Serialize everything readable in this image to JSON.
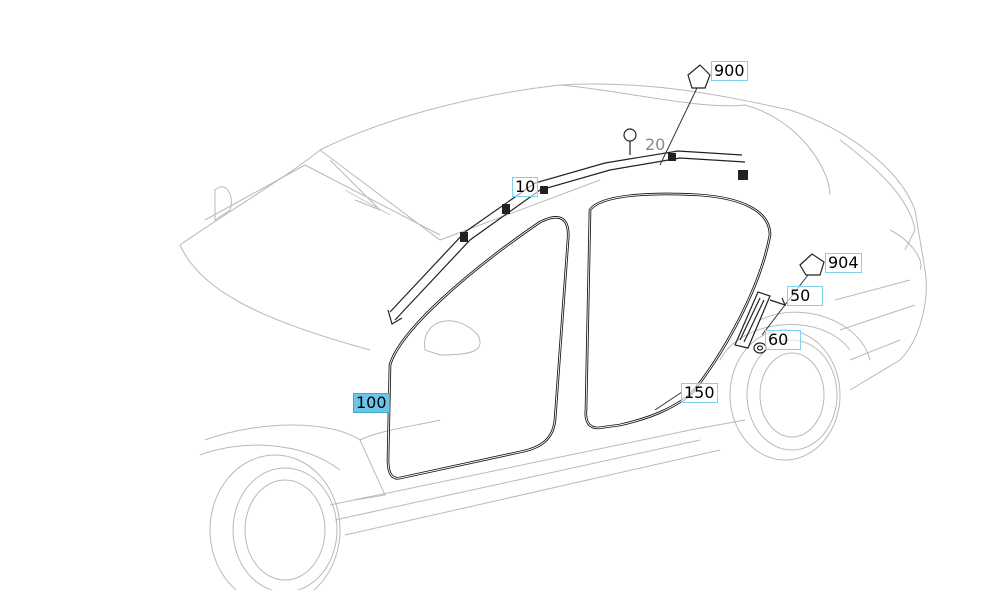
{
  "callouts": {
    "c900": "900",
    "c20": "20",
    "c10": "10",
    "c904": "904",
    "c50": "50",
    "c60": "60",
    "c100": "100",
    "c150": "150"
  }
}
